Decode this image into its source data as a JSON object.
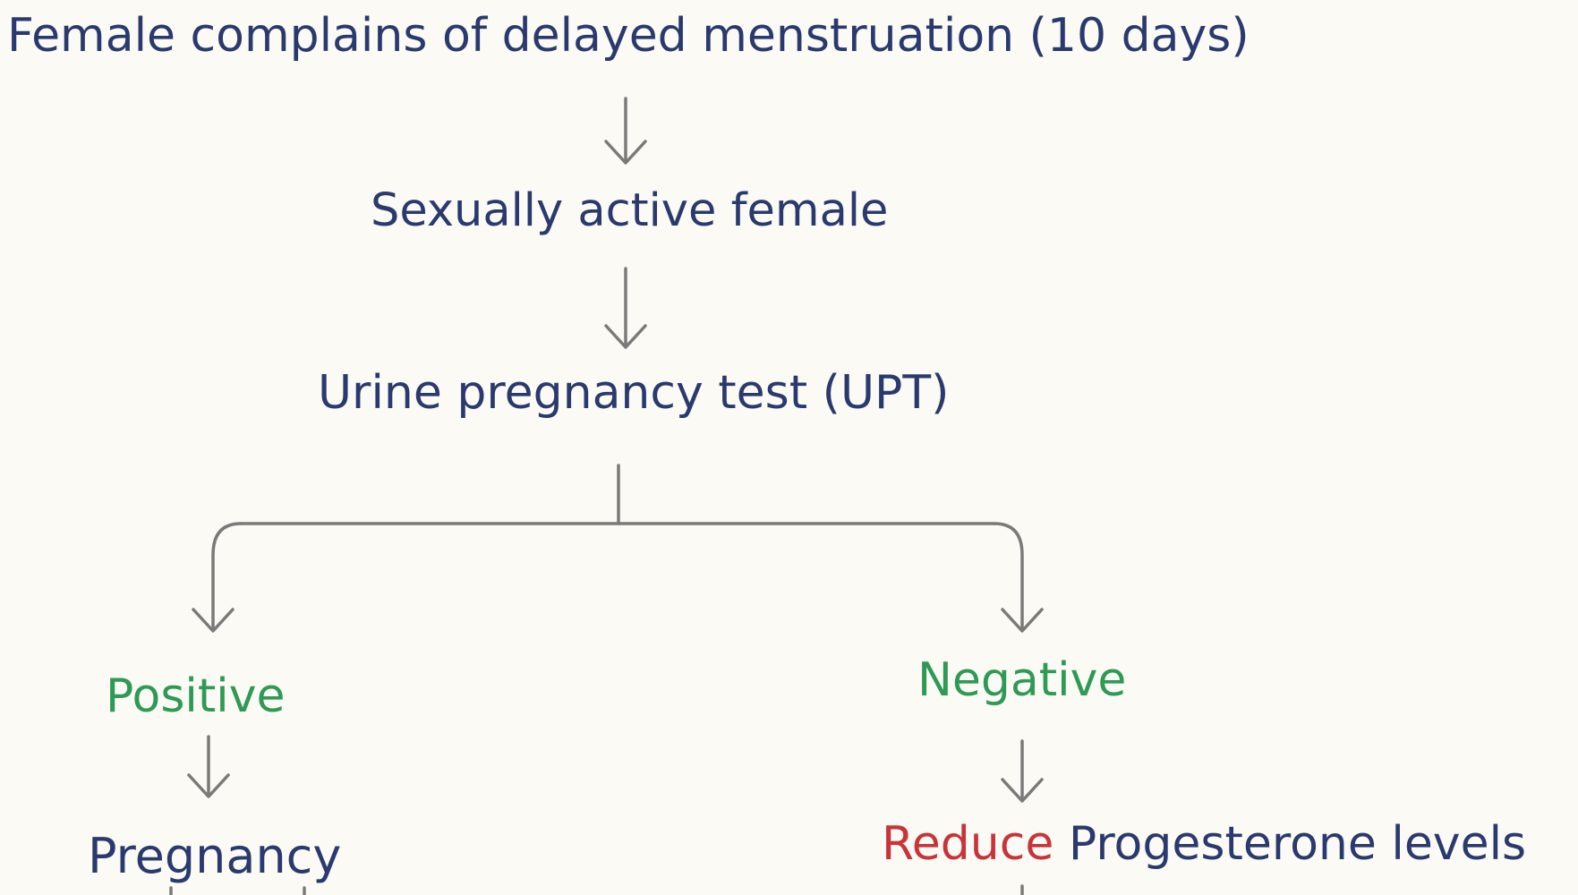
{
  "flowchart": {
    "nodes": {
      "complaint": "Female complains of delayed menstruation (10 days)",
      "sexually_active": "Sexually active female",
      "upt": "Urine pregnancy test (UPT)",
      "positive": "Positive",
      "negative": "Negative",
      "pregnancy": "Pregnancy",
      "reduce_word": "Reduce",
      "reduce_rest": "Progesterone levels"
    },
    "colors": {
      "text": "#2b3a6e",
      "positive": "#2e9a55",
      "negative": "#2e9a55",
      "reduce": "#c8343a",
      "arrows": "#7a7a78",
      "background": "#fbfaf4"
    }
  }
}
